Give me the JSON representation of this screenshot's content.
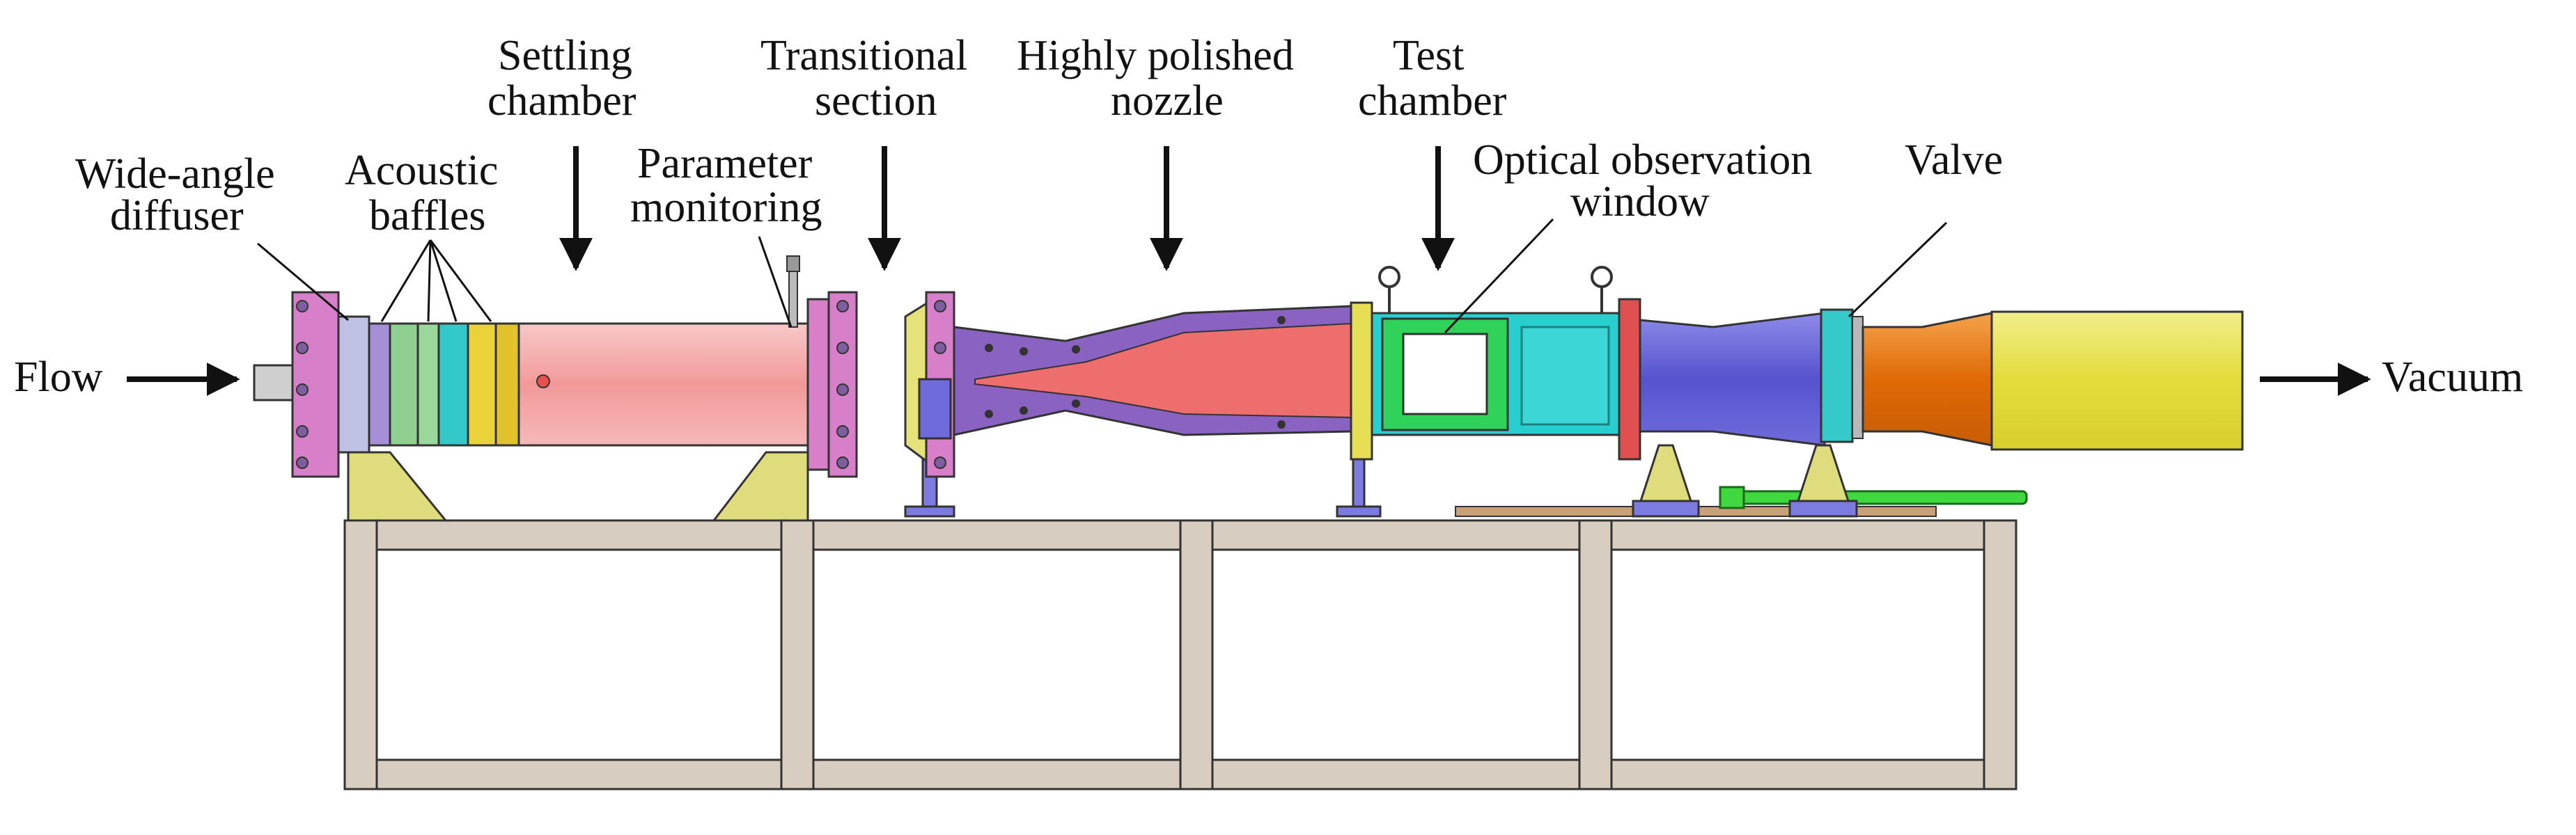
{
  "labels": {
    "flow": "Flow",
    "vacuum": "Vacuum",
    "wide_angle_1": "Wide-angle",
    "wide_angle_2": "diffuser",
    "acoustic_1": "Acoustic",
    "acoustic_2": "baffles",
    "settling_1": "Settling",
    "settling_2": "chamber",
    "parameter_1": "Parameter",
    "parameter_2": "monitoring",
    "transitional_1": "Transitional",
    "transitional_2": "section",
    "nozzle_1": "Highly polished",
    "nozzle_2": "nozzle",
    "test_1": "Test",
    "test_2": "chamber",
    "optical_1": "Optical observation",
    "optical_2": "window",
    "valve": "Valve"
  },
  "colors": {
    "settling_chamber": "#f4a7a7",
    "flange": "#d77fc9",
    "baffle_purple": "#a58fd6",
    "baffle_green": "#8fcf8f",
    "baffle_cyan": "#35c9c9",
    "baffle_yellow": "#e9cf2f",
    "transition": "#e6e27a",
    "nozzle_body": "#8a63c2",
    "nozzle_core": "#ee6e6e",
    "test_chamber": "#29cfcf",
    "window_frame": "#2fd35a",
    "diffuser_blue": "#6a68d8",
    "orange_duct": "#e97a10",
    "vacuum_tank": "#e8e35a",
    "support": "#d9d776",
    "table_frame": "#d6cbbf"
  }
}
